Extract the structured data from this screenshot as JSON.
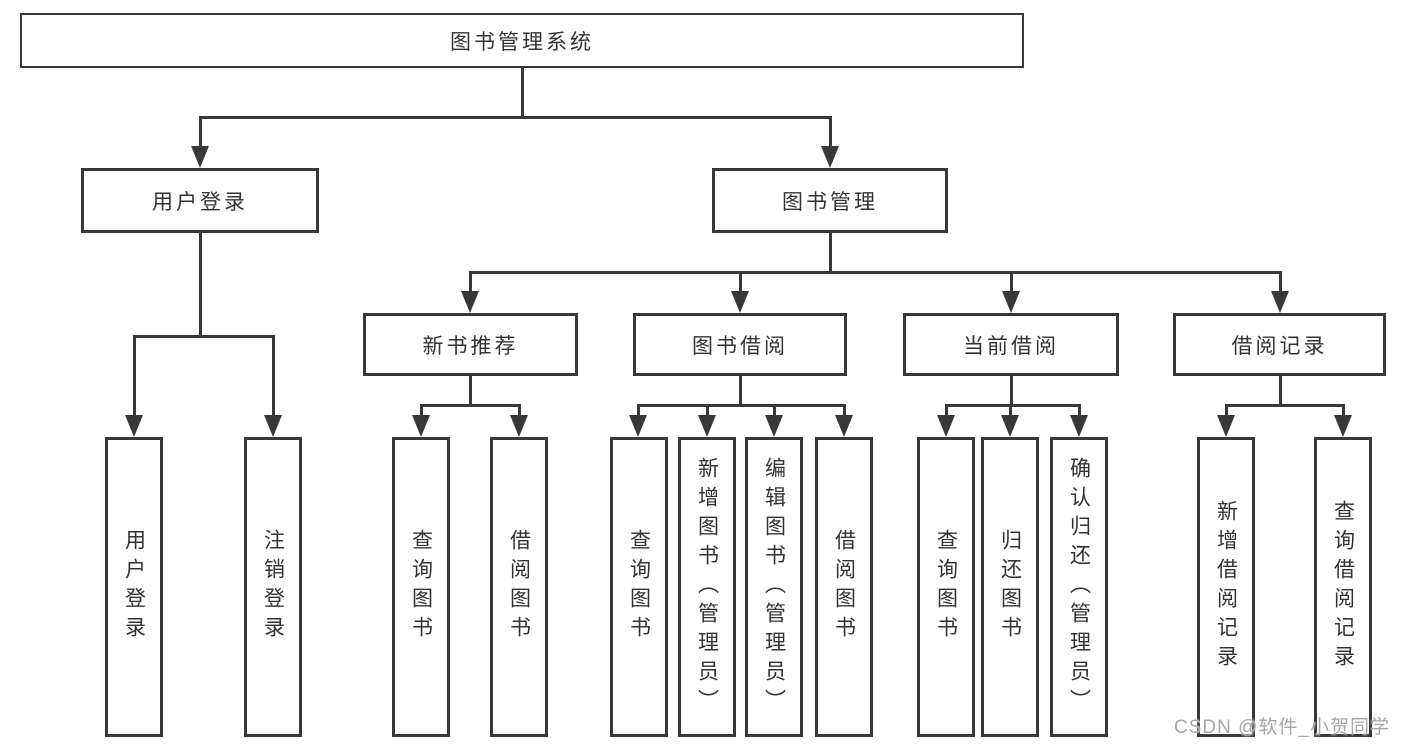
{
  "tree": {
    "root": {
      "label": "图书管理系统"
    },
    "branches": [
      {
        "label": "用户登录",
        "children": [
          {
            "label": "用户登录"
          },
          {
            "label": "注销登录"
          }
        ]
      },
      {
        "label": "图书管理",
        "children": [
          {
            "label": "新书推荐",
            "children": [
              {
                "label": "查询图书"
              },
              {
                "label": "借阅图书"
              }
            ]
          },
          {
            "label": "图书借阅",
            "children": [
              {
                "label": "查询图书"
              },
              {
                "label": "新增图书（管理员）"
              },
              {
                "label": "编辑图书（管理员）"
              },
              {
                "label": "借阅图书"
              }
            ]
          },
          {
            "label": "当前借阅",
            "children": [
              {
                "label": "查询图书"
              },
              {
                "label": "归还图书"
              },
              {
                "label": "确认归还（管理员）"
              }
            ]
          },
          {
            "label": "借阅记录",
            "children": [
              {
                "label": "新增借阅记录"
              },
              {
                "label": "查询借阅记录"
              }
            ]
          }
        ]
      }
    ]
  },
  "watermark": "CSDN @软件_小贺同学",
  "colors": {
    "line": "#383838",
    "text": "#333333",
    "watermark": "#a6a6a6",
    "background": "#ffffff"
  }
}
